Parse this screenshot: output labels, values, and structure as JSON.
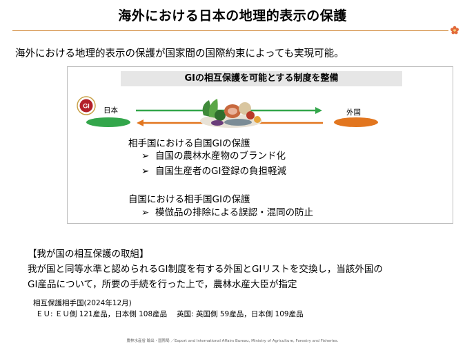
{
  "title": "海外における日本の地理的表示の保護",
  "lead": "海外における地理的表示の保護が国家間の国際約束によっても実現可能。",
  "panel": {
    "heading": "GIの相互保護を可能とする制度を整備",
    "left_label": "日本",
    "right_label": "外国",
    "gi_mark_text": "GI",
    "icons": {
      "gi_mark": "gi-mark-icon",
      "food": "agricultural-products-icon",
      "flower": "plum-blossom-icon"
    },
    "colors": {
      "green": "#33a64b",
      "orange": "#e2761f",
      "accent": "#d28a3a"
    },
    "section1": {
      "title": "相手国における自国GIの保護",
      "bullet_glyph": "➢",
      "items": [
        "自国の農林水産物のブランド化",
        "自国生産者のGI登録の負担軽減"
      ]
    },
    "section2": {
      "title": "自国における相手国GIの保護",
      "bullet_glyph": "➢",
      "items": [
        "模倣品の排除による誤認・混同の防止"
      ]
    }
  },
  "initiative": {
    "heading": "【我が国の相互保護の取組】",
    "line1": "我が国と同等水準と認められるGI制度を有する外国とGIリストを交換し，当該外国の",
    "line2": "GI産品について，所要の手続を行った上で，農林水産大臣が指定"
  },
  "partners": {
    "heading": "相互保護相手国(2024年12月)",
    "eu": "ＥＵ: ＥＵ側 121産品，日本側 108産品",
    "uk": "英国: 英国側 59産品，日本側 109産品"
  },
  "footer": "農林水産省 輸出・国際局 ／Export and International Affairs Bureau,  Ministry of Agriculture, Forestry and Fisheries."
}
